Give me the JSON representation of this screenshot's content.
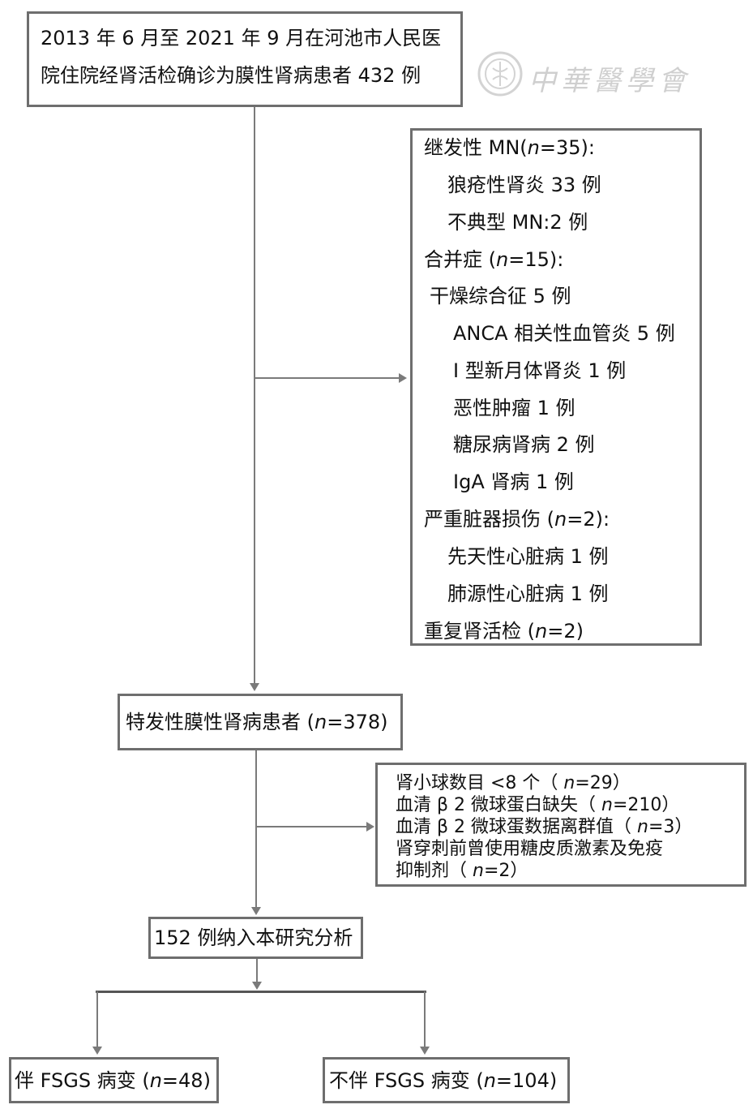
{
  "watermark": {
    "text": "中華醫學會"
  },
  "top_box": {
    "line1": "2013 年 6 月至 2021 年 9 月在河池市人民医",
    "line2": "院住院经肾活检确诊为膜性肾病患者 432 例"
  },
  "exclusion1": {
    "secondary_head": "继发性 MN(",
    "secondary_n": "n",
    "secondary_tail": "=35):",
    "lupus": "狼疮性肾炎 33 例",
    "atypical": "不典型 MN:2 例",
    "comorbid_head": "合并症 (",
    "comorbid_n": "n",
    "comorbid_tail": "=15):",
    "sjogren": "干燥综合征 5 例",
    "anca": "ANCA 相关性血管炎 5 例",
    "crescent": "I 型新月体肾炎 1 例",
    "tumor": "恶性肿瘤 1 例",
    "diabetic": "糖尿病肾病 2 例",
    "iga": "IgA 肾病 1 例",
    "organ_head": "严重脏器损伤 (",
    "organ_n": "n",
    "organ_tail": "=2):",
    "congenital": "先天性心脏病 1 例",
    "pulmonary": "肺源性心脏病 1 例",
    "repeat_head": "重复肾活检 (",
    "repeat_n": "n",
    "repeat_tail": "=2)"
  },
  "idiopathic_box": {
    "head": "特发性膜性肾病患者 (",
    "n": "n",
    "tail": "=378)"
  },
  "exclusion2": {
    "l1_head": "肾小球数目 <8 个（ ",
    "l1_n": "n",
    "l1_tail": "=29）",
    "l2_head": "血清 β 2 微球蛋白缺失（ ",
    "l2_n": "n",
    "l2_tail": "=210）",
    "l3_head": "血清 β 2 微球蛋数据离群值（ ",
    "l3_n": "n",
    "l3_tail": "=3）",
    "l4": "肾穿刺前曾使用糖皮质激素及免疫",
    "l5_head": "抑制剂（ ",
    "l5_n": "n",
    "l5_tail": "=2）"
  },
  "included_box": {
    "text": "152 例纳入本研究分析"
  },
  "fsgs_yes": {
    "head": "伴 FSGS 病变 (",
    "n": "n",
    "tail": "=48)"
  },
  "fsgs_no": {
    "head": "不伴 FSGS 病变 (",
    "n": "n",
    "tail": "=104)"
  }
}
